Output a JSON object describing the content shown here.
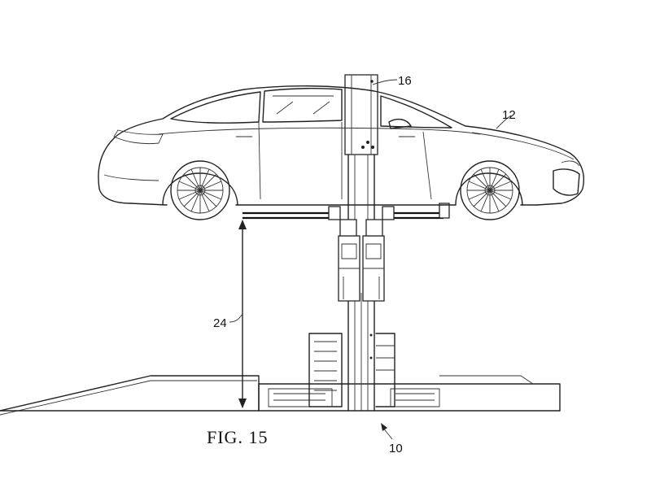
{
  "figure": {
    "caption": "FIG. 15",
    "labels": {
      "lift_assembly": "10",
      "vehicle": "12",
      "column": "16",
      "lift_height": "24"
    }
  }
}
